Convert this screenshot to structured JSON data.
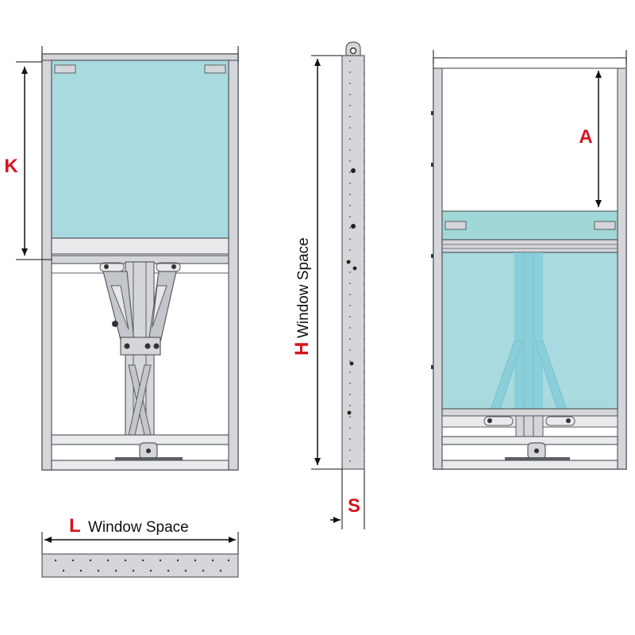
{
  "dimensions": {
    "k": {
      "letter": "K"
    },
    "h": {
      "letter": "H",
      "label": "Window Space"
    },
    "s": {
      "letter": "S"
    },
    "a": {
      "letter": "A"
    },
    "l": {
      "letter": "L",
      "label": "Window Space"
    }
  },
  "colors": {
    "accent_letter": "#d8121f",
    "frame_fill": "#d4d6da",
    "frame_stroke": "#5a5d63",
    "glass": "#a8dadf",
    "glass_faded": "#9fd8d6",
    "ghost_mechanism": "#7fcbd8",
    "dimension_line": "#111111"
  },
  "icons": [
    "arrow-head-icon",
    "screw-icon",
    "pivot-hinge-icon",
    "foot-mount-icon"
  ]
}
